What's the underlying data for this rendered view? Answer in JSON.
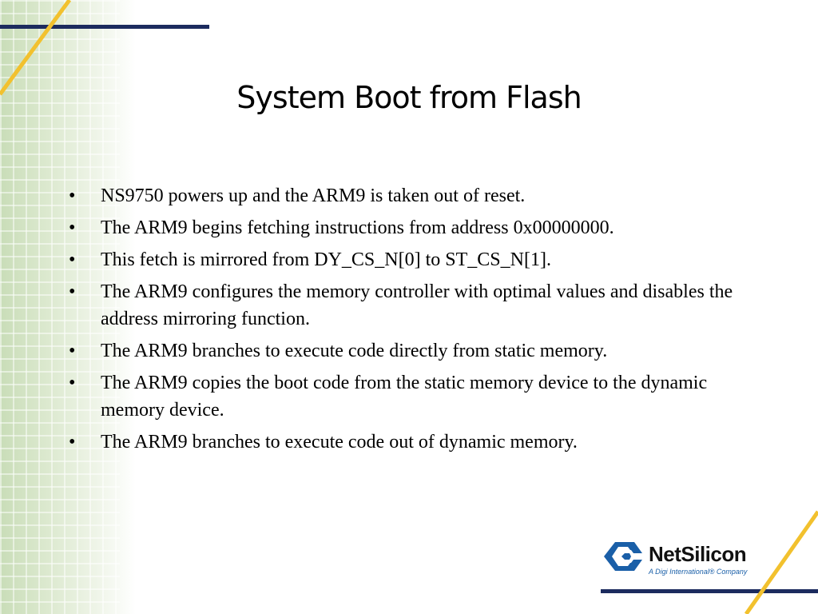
{
  "slide": {
    "title": "System Boot from Flash",
    "bullets": [
      "NS9750 powers up and the ARM9 is taken out of reset.",
      "The ARM9 begins fetching instructions from address 0x00000000.",
      "This fetch is mirrored from DY_CS_N[0] to ST_CS_N[1].",
      "The ARM9 configures the memory controller with optimal values and disables the address mirroring function.",
      "The ARM9 branches to execute code directly from static memory.",
      "The ARM9 copies the boot code from the static memory device to the dynamic memory device.",
      "The ARM9 branches to execute code out of dynamic memory."
    ]
  },
  "logo": {
    "name": "NetSilicon",
    "tagline": "A Digi International® Company",
    "icon": "netsilicon-logo-icon"
  },
  "colors": {
    "navy_band": "#1c2b5e",
    "gold_band": "#f2c12e",
    "green_background": "#c9ddb8",
    "logo_blue": "#1a5fa8"
  }
}
